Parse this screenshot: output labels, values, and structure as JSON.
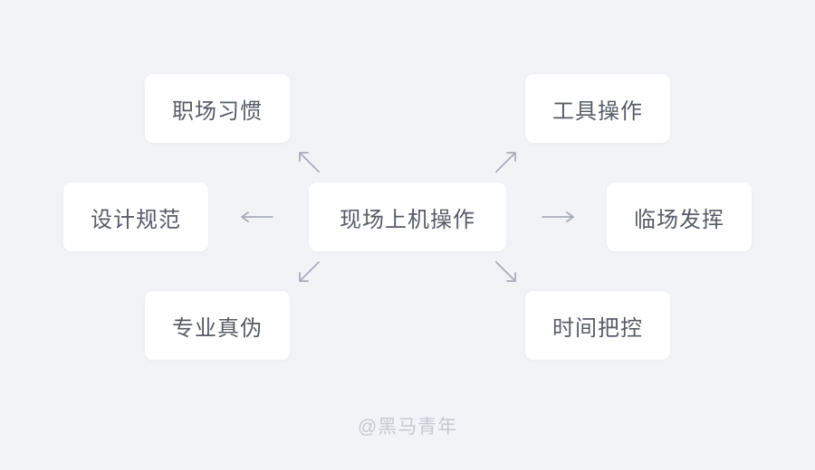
{
  "diagram": {
    "title": "mind-map of on-site exam operation factors",
    "center": {
      "label": "现场上机操作"
    },
    "nodes": [
      {
        "id": "top-left",
        "label": "职场习惯"
      },
      {
        "id": "top-right",
        "label": "工具操作"
      },
      {
        "id": "mid-left",
        "label": "设计规范"
      },
      {
        "id": "mid-right",
        "label": "临场发挥"
      },
      {
        "id": "bottom-left",
        "label": "专业真伪"
      },
      {
        "id": "bottom-right",
        "label": "时间把控"
      }
    ],
    "edges": [
      {
        "from": "现场上机操作",
        "to": "职场习惯",
        "direction": "up-left"
      },
      {
        "from": "现场上机操作",
        "to": "工具操作",
        "direction": "up-right"
      },
      {
        "from": "现场上机操作",
        "to": "设计规范",
        "direction": "left"
      },
      {
        "from": "现场上机操作",
        "to": "临场发挥",
        "direction": "right"
      },
      {
        "from": "现场上机操作",
        "to": "专业真伪",
        "direction": "down-left"
      },
      {
        "from": "现场上机操作",
        "to": "时间把控",
        "direction": "down-right"
      }
    ],
    "colors": {
      "background": "#f2f3f7",
      "node_background": "#ffffff",
      "node_text": "#575c66",
      "arrow": "#a7adb9",
      "watermark_text": "#c5c9d1"
    }
  },
  "footer": {
    "watermark": "@黑马青年"
  }
}
